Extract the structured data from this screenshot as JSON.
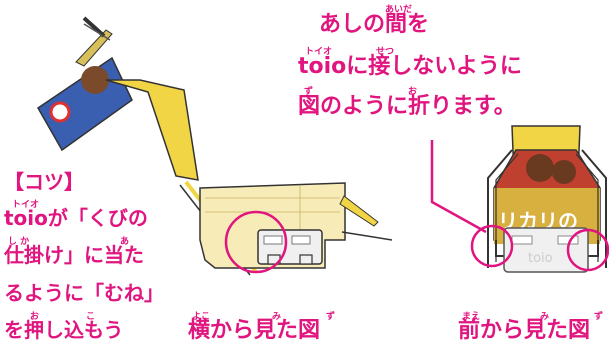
{
  "instruction": {
    "line1": "あしの間を",
    "line2": "toioに接しないように",
    "line3": "図のように折ります。",
    "furigana": {
      "aida": "あいだ",
      "toio": "トイオ",
      "setsu": "せつ",
      "zu": "ず",
      "o": "お"
    }
  },
  "tip": {
    "title": "【コツ】",
    "line1": "toioが「くびの",
    "line2": "仕掛け」に当た",
    "line3": "るように「むね」",
    "line4": "を押し込もう",
    "furigana": {
      "toio": "トイオ",
      "shika": "し か",
      "a": "あ",
      "o": "お",
      "ko": "こ"
    }
  },
  "captions": {
    "side": "横から見た図",
    "side_furigana": {
      "yoko": "よこ",
      "mi": "み",
      "zu": "ず"
    },
    "front": "前から見た図",
    "front_furigana": {
      "mae": "まえ",
      "mi": "み",
      "zu": "ず"
    }
  },
  "cube_label": "toio",
  "box_text": "リカリの",
  "colors": {
    "accent": "#e0157f",
    "box_yellow": "#f2d545",
    "outline": "#333333"
  }
}
